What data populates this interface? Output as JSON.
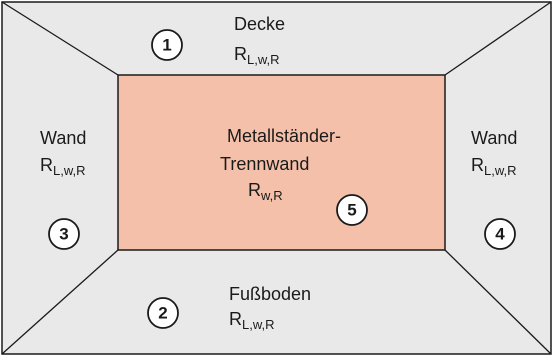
{
  "colors": {
    "surface": "#e9e9ea",
    "wall": "#f5c0aa",
    "stroke": "#1a1a1a"
  },
  "ceiling": {
    "number": "1",
    "name": "Decke",
    "symbol": "R",
    "subscript": "L,w,R"
  },
  "floor": {
    "number": "2",
    "name": "Fußboden",
    "symbol": "R",
    "subscript": "L,w,R"
  },
  "wall_left": {
    "number": "3",
    "name": "Wand",
    "symbol": "R",
    "subscript": "L,w,R"
  },
  "wall_right": {
    "number": "4",
    "name": "Wand",
    "symbol": "R",
    "subscript": "L,w,R"
  },
  "partition": {
    "number": "5",
    "line1": "Metallständer-",
    "line2": "Trennwand",
    "symbol": "R",
    "subscript": "w,R"
  }
}
